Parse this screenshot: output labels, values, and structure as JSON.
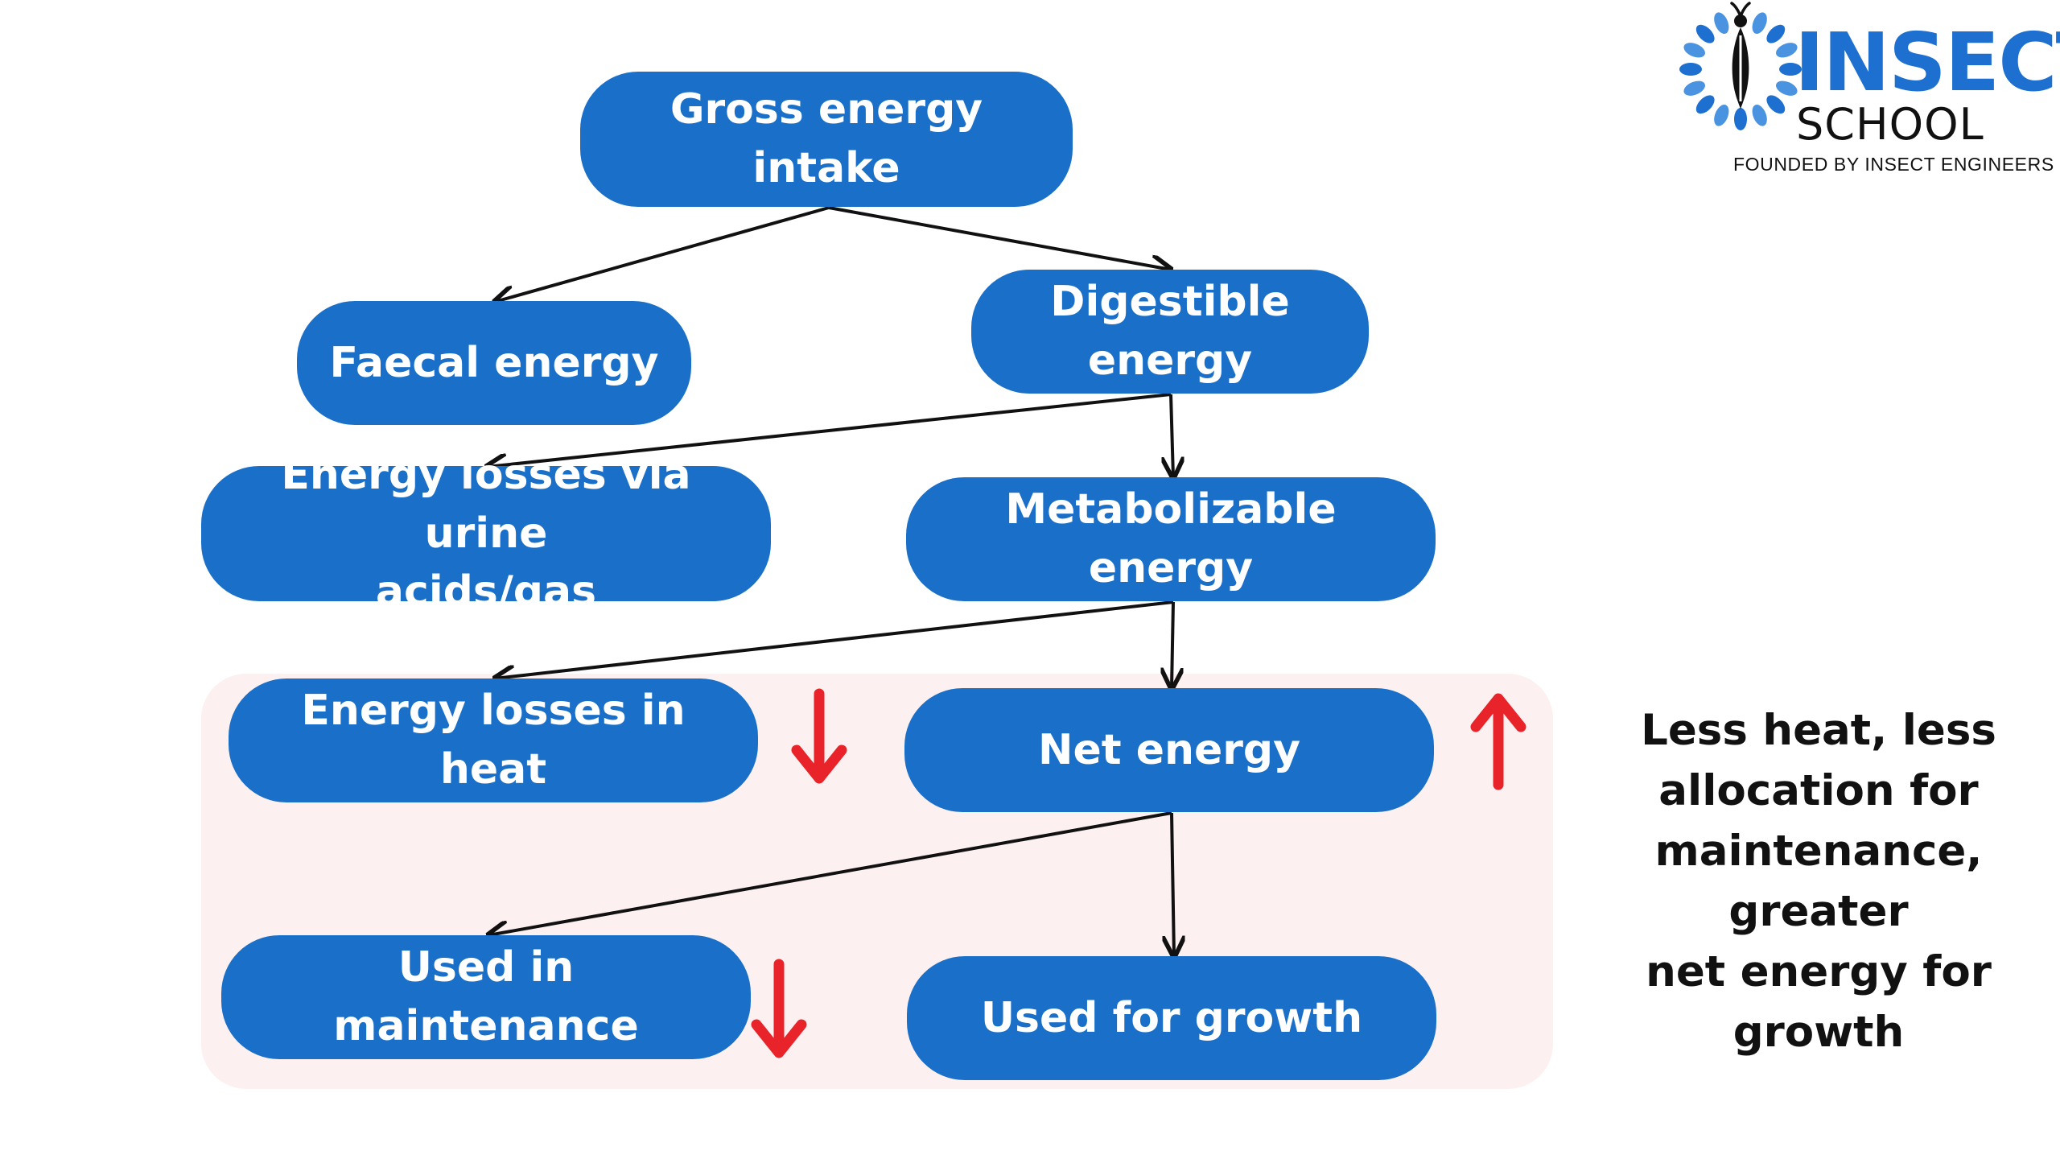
{
  "nodes": {
    "gross": "Gross energy intake",
    "faecal": "Faecal energy",
    "digestible": "Digestible energy",
    "urine": "Energy losses via urine\nacids/gas",
    "metabolizable": "Metabolizable energy",
    "heat": "Energy losses in heat",
    "net": "Net energy",
    "maintenance": "Used in maintenance",
    "growth": "Used for growth"
  },
  "side_note": "Less heat, less\nallocation for\nmaintenance,  greater\nnet energy for growth",
  "logo": {
    "word": "INSECT",
    "sub": "SCHOOL",
    "tagline": "FOUNDED BY INSECT ENGINEERS"
  },
  "indicators": {
    "heat": "down",
    "maintenance": "down",
    "net": "up"
  },
  "colors": {
    "node_fill": "#1a70c8",
    "node_text": "#ffffff",
    "highlight_zone": "#fdf0f1",
    "arrow_indicator": "#e8232a",
    "logo_blue": "#1d6fd0"
  }
}
